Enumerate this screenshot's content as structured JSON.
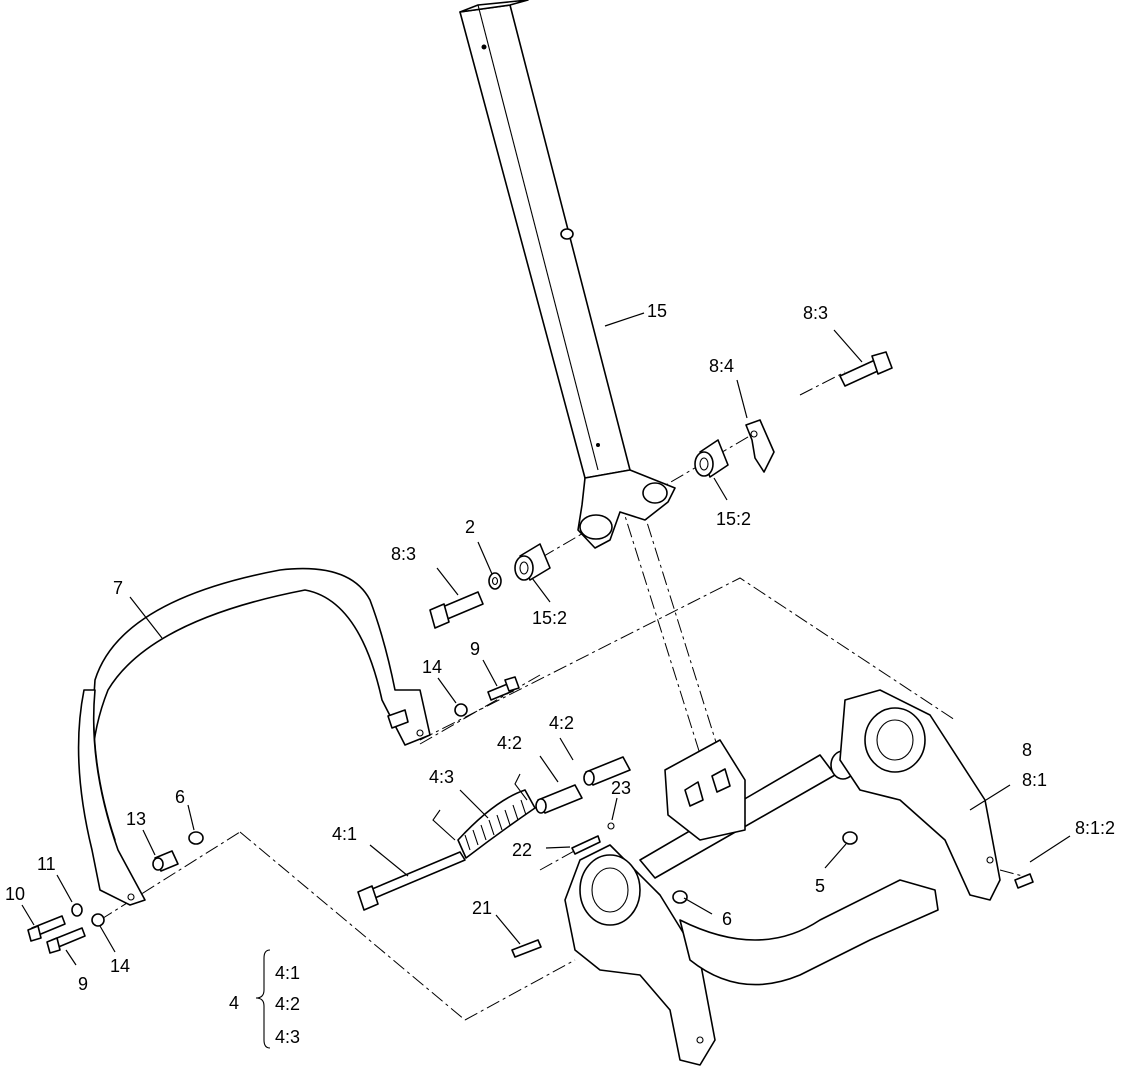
{
  "callouts": {
    "c15": "15",
    "c8_3_top": "8:3",
    "c8_4": "8:4",
    "c15_2_right": "15:2",
    "c8_3_left": "8:3",
    "c2": "2",
    "c15_2_left": "15:2",
    "c7": "7",
    "c14_upper": "14",
    "c9_upper": "9",
    "c4_2_a": "4:2",
    "c4_2_b": "4:2",
    "c4_3": "4:3",
    "c23": "23",
    "c22": "22",
    "c4_1": "4:1",
    "c8": "8",
    "c8_1": "8:1",
    "c8_1_2": "8:1:2",
    "c5": "5",
    "c6_right": "6",
    "c6_left": "6",
    "c13": "13",
    "c11": "11",
    "c10": "10",
    "c9_lower": "9",
    "c14_lower": "14",
    "c21": "21"
  },
  "assembly_key": {
    "parent": "4",
    "children": [
      "4:1",
      "4:2",
      "4:3"
    ]
  }
}
